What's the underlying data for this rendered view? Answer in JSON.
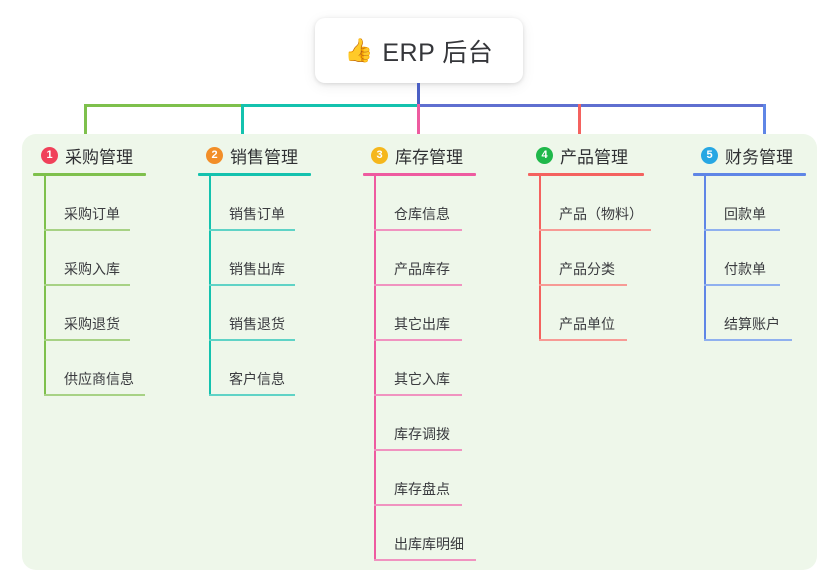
{
  "root": {
    "icon": "thumbs-up-emoji",
    "emoji": "👍",
    "title": "ERP 后台"
  },
  "palette": {
    "panel_bg": "#eef7ea",
    "page_bg": "#ffffff",
    "root_line": "#4b5fc4",
    "col1": "#7ec04c",
    "col2": "#14c2ae",
    "col3": "#ee5ba0",
    "col4": "#f4625f",
    "col5": "#5f86e6",
    "badge1": "#f0415a",
    "badge2": "#f28e28",
    "badge3": "#f5b71c",
    "badge4": "#1fb84a",
    "badge5": "#27a7e3",
    "title_text": "#2f3033",
    "leaf_text": "#3a3b3f"
  },
  "columns": [
    {
      "index": "1",
      "title": "采购管理",
      "color": "#7ec04c",
      "badge_color": "#f0415a",
      "leaf_rule_color": "#a7d285",
      "items": [
        {
          "label": "采购订单",
          "width": 86
        },
        {
          "label": "采购入库",
          "width": 86
        },
        {
          "label": "采购退货",
          "width": 86
        },
        {
          "label": "供应商信息",
          "width": 101
        }
      ]
    },
    {
      "index": "2",
      "title": "销售管理",
      "color": "#14c2ae",
      "badge_color": "#f28e28",
      "leaf_rule_color": "#5fd3c6",
      "items": [
        {
          "label": "销售订单",
          "width": 86
        },
        {
          "label": "销售出库",
          "width": 86
        },
        {
          "label": "销售退货",
          "width": 86
        },
        {
          "label": "客户信息",
          "width": 86
        }
      ]
    },
    {
      "index": "3",
      "title": "库存管理",
      "color": "#ee5ba0",
      "badge_color": "#f5b71c",
      "leaf_rule_color": "#f093c0",
      "items": [
        {
          "label": "仓库信息",
          "width": 88
        },
        {
          "label": "产品库存",
          "width": 88
        },
        {
          "label": "其它出库",
          "width": 88
        },
        {
          "label": "其它入库",
          "width": 88
        },
        {
          "label": "库存调拨",
          "width": 88
        },
        {
          "label": "库存盘点",
          "width": 88
        },
        {
          "label": "出库库明细",
          "width": 102
        }
      ]
    },
    {
      "index": "4",
      "title": "产品管理",
      "color": "#f4625f",
      "badge_color": "#1fb84a",
      "leaf_rule_color": "#f79a95",
      "items": [
        {
          "label": "产品（物料）",
          "width": 112
        },
        {
          "label": "产品分类",
          "width": 88
        },
        {
          "label": "产品单位",
          "width": 88
        }
      ]
    },
    {
      "index": "5",
      "title": "财务管理",
      "color": "#5f86e6",
      "badge_color": "#27a7e3",
      "leaf_rule_color": "#8fb0ef",
      "items": [
        {
          "label": "回款单",
          "width": 76
        },
        {
          "label": "付款单",
          "width": 76
        },
        {
          "label": "结算账户",
          "width": 88
        }
      ]
    }
  ],
  "connectors": {
    "trunk_color": "#4b5fc4",
    "bar_segments": [
      {
        "name": "segment-green",
        "color": "#7ec04c"
      },
      {
        "name": "segment-teal",
        "color": "#14c2ae"
      },
      {
        "name": "segment-blue",
        "color": "#5f6fd0"
      }
    ],
    "drops": [
      {
        "name": "drop-col1",
        "color": "#7ec04c"
      },
      {
        "name": "drop-col2",
        "color": "#14c2ae"
      },
      {
        "name": "drop-col3",
        "color": "#ee5ba0"
      },
      {
        "name": "drop-col4",
        "color": "#f4625f"
      },
      {
        "name": "drop-col5",
        "color": "#5f86e6"
      }
    ]
  }
}
